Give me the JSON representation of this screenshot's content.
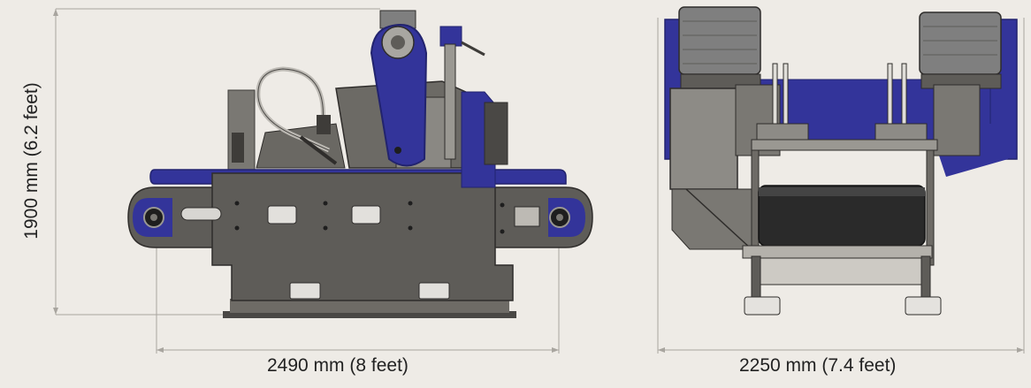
{
  "dimensions": {
    "front_height": "1900 mm (6.2 feet)",
    "front_width": "2490 mm (8 feet)",
    "side_width": "2250 mm (7.4 feet)"
  },
  "colors": {
    "background": "#eeebe6",
    "frame": "#5e5c58",
    "frame_dark": "#3e3c39",
    "blue": "#33349a",
    "blue_dark": "#22236e",
    "motor": "#7f7f7f",
    "dimension_line": "#a8a59f"
  }
}
